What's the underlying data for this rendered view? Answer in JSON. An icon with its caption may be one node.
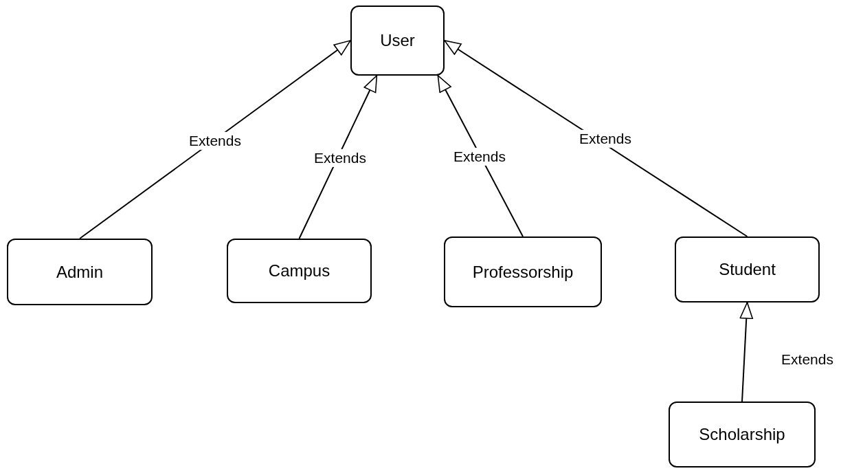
{
  "diagram": {
    "nodes": [
      {
        "text": [
          "User"
        ]
      },
      {
        "text": [
          "Admin"
        ]
      },
      {
        "text": [
          "Campus"
        ]
      },
      {
        "text": [
          "Professorship"
        ]
      },
      {
        "text": [
          "Student"
        ]
      },
      {
        "text": [
          "Scholarship"
        ]
      }
    ],
    "edges": [
      {
        "from": 1,
        "to": 0,
        "arrow": "to",
        "label": "Extends"
      },
      {
        "from": 2,
        "to": 0,
        "arrow": "to",
        "label": "Extends"
      },
      {
        "from": 3,
        "to": 0,
        "arrow": "to",
        "label": "Extends"
      },
      {
        "from": 4,
        "to": 0,
        "arrow": "to",
        "label": "Extends"
      },
      {
        "from": 5,
        "to": 4,
        "arrow": "to",
        "label": "Extends"
      }
    ]
  }
}
